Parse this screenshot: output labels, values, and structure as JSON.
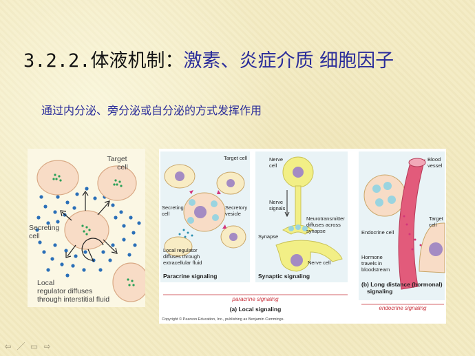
{
  "slide": {
    "title_prefix": "3.2.2.",
    "title_main": "体液机制",
    "title_sep": "：",
    "title_highlight": "激素、炎症介质 细胞因子",
    "subtitle": "通过内分泌、旁分泌或自分泌的方式发挥作用"
  },
  "figure_left": {
    "target_label": [
      "Target",
      "cell"
    ],
    "secreting_label": [
      "Secreting",
      "cell"
    ],
    "caption": [
      "Local",
      "regulator diffuses",
      "through interstitial fluid"
    ]
  },
  "figure_right": {
    "paracrine": {
      "target_cell": "Target cell",
      "secreting_cell": [
        "Secreting",
        "cell"
      ],
      "secretory_vesicle": [
        "Secretory",
        "vesicle"
      ],
      "local_regulator": [
        "Local regulator",
        "diffuses through",
        "extracellular fluid"
      ],
      "caption": "Paracrine signaling"
    },
    "synaptic": {
      "nerve_cell_top": [
        "Nerve",
        "cell"
      ],
      "nerve_signals": [
        "Nerve",
        "signals"
      ],
      "neurotransmitter": [
        "Neurotransmitter",
        "diffuses across",
        "synapse"
      ],
      "synapse": "Synapse",
      "nerve_cell_bottom": "Nerve cell",
      "caption": "Synaptic signaling"
    },
    "hormonal": {
      "blood_vessel": [
        "Blood",
        "vessel"
      ],
      "target_cell": [
        "Target",
        "cell"
      ],
      "endocrine_cell": "Endocrine cell",
      "hormone": [
        "Hormone",
        "travels in",
        "bloodstream"
      ],
      "caption": [
        "(b) Long distance (hormonal)",
        "signaling"
      ],
      "endocrine_tag": "endocrine signaling"
    },
    "paracrine_tag": "paracrine signaling",
    "local_caption": "(a) Local signaling",
    "copyright": "Copyright © Pearson Education, Inc., publishing as Benjamin Cummings."
  },
  "nav": {
    "prev": "⇦",
    "pen": "／",
    "menu": "▭",
    "next": "⇨"
  },
  "colors": {
    "title_blue": "#2a2c9a",
    "cell_fill": "#f8dcc6",
    "cell_edge": "#d9a985",
    "dot_blue": "#2a6fb8",
    "nucleus_green": "#2aa058",
    "neuron_yellow": "#f2ef86",
    "nucleus_purple": "#a48bc3",
    "vessel_pink": "#e25b7b",
    "label_red": "#c8303a"
  }
}
